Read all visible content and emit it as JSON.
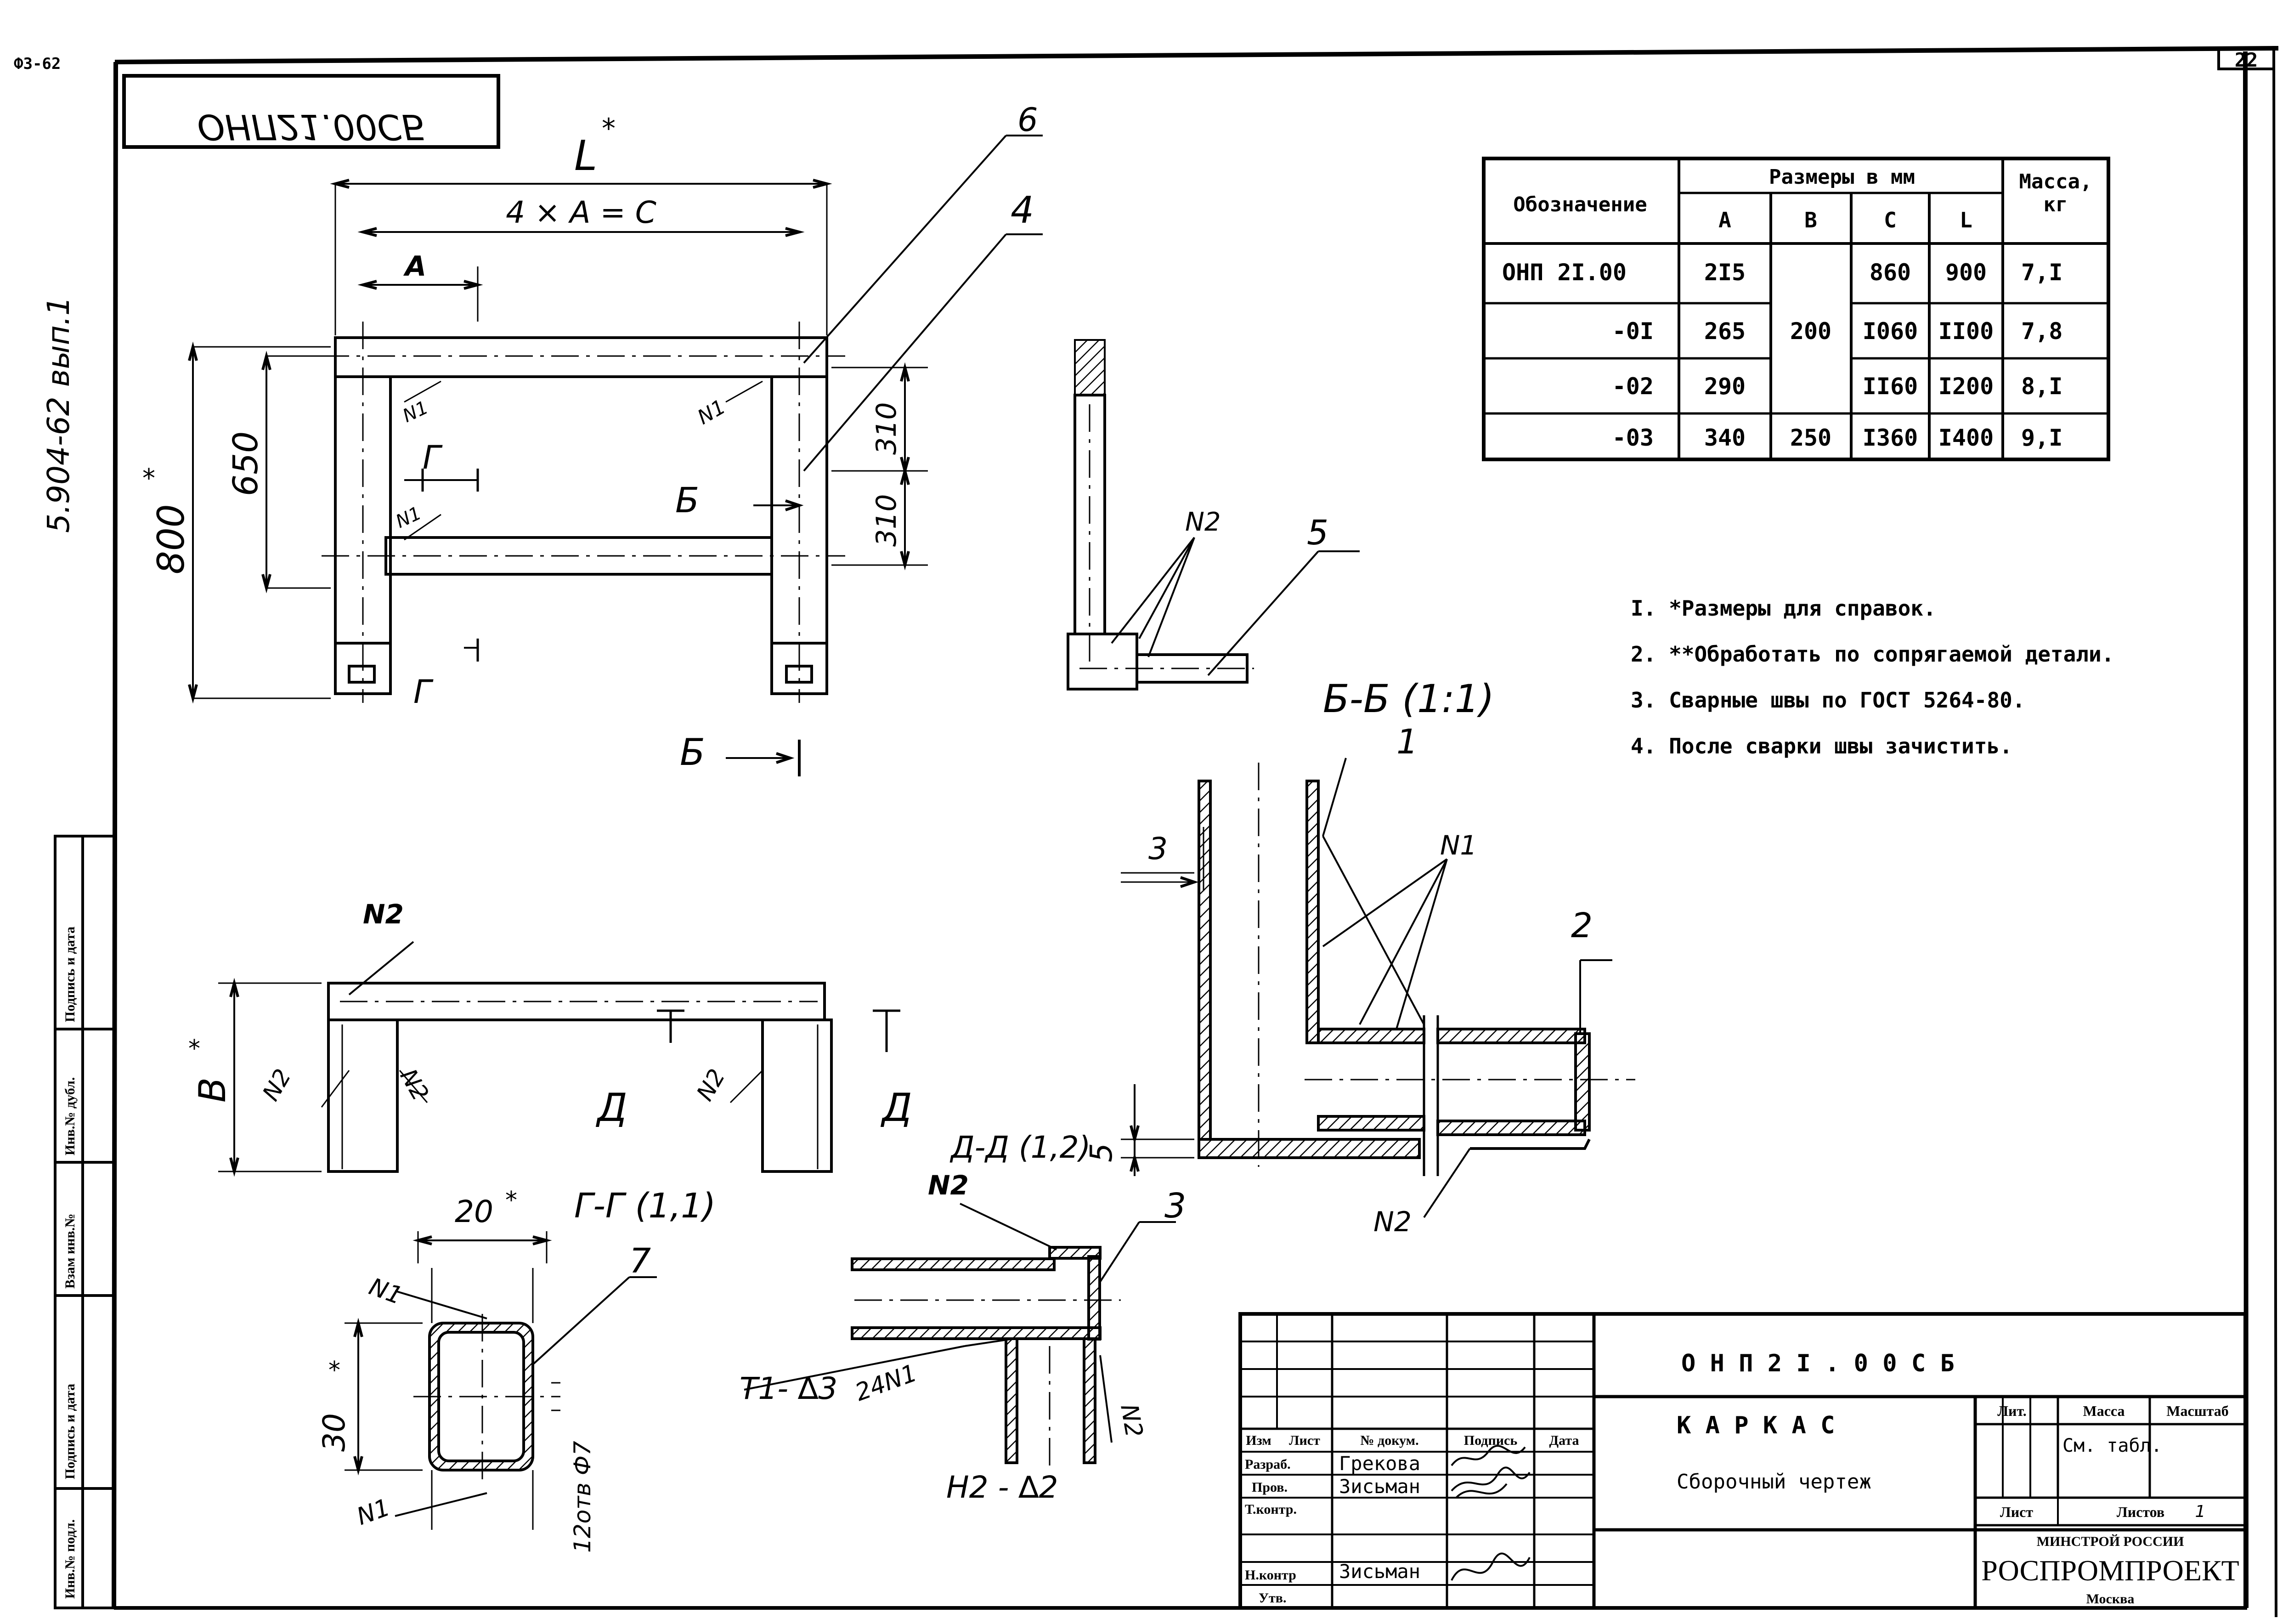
{
  "form_code": "Ф3-62",
  "sheet_no": "22",
  "series": "5.904-62 вып.1",
  "stamp_code_mirrored": "ОНП21.00СБ",
  "main_view": {
    "dim_L": "L",
    "dim_C": "4 × A = C",
    "dim_A": "A",
    "dim_650": "650",
    "dim_800": "800",
    "dim_310a": "310",
    "dim_310b": "310",
    "callout_6": "6",
    "callout_4": "4",
    "weld_n1_a": "N1",
    "weld_n1_b": "N1",
    "weld_n1_c": "N1",
    "cut_g_top": "Г",
    "cut_g_bottom": "Г",
    "cut_b_side": "Б",
    "cut_b_bottom": "Б"
  },
  "side_view": {
    "weld_n2": "N2",
    "callout_5": "5"
  },
  "plan_view": {
    "weld_n2_top": "N2",
    "dim_B": "B",
    "weld_n2_l1": "N2",
    "weld_n2_l2": "N2",
    "weld_n2_r": "N2",
    "cut_d_left": "Д",
    "cut_d_right": "Д"
  },
  "section_bb": {
    "title": "Б-Б (1:1)",
    "callout_1": "1",
    "callout_2": "2",
    "weld_n1": "N1",
    "weld_n2": "N2",
    "dim_3": "3",
    "dim_5": "5"
  },
  "section_gg": {
    "title": "Г-Г (1,1)",
    "dim_20": "20",
    "dim_30": "30",
    "callout_7": "7",
    "weld_n1_a": "N1",
    "weld_n1_b": "N1",
    "side_note": "12отв Ф7"
  },
  "section_dd": {
    "title": "Д-Д (1,2)",
    "weld_n2_top": "N2",
    "callout_3": "3",
    "note_t1": "Т1- ∆3",
    "note_24": "24N1",
    "note_n2": "N2",
    "note_h2": "Н2 - ∆2"
  },
  "table": {
    "header_designation": "Обозначение",
    "header_dimensions": "Размеры в мм",
    "header_mass": "Масса,",
    "header_mass_unit": "кг",
    "col_A": "А",
    "col_B": "В",
    "col_C": "С",
    "col_L": "L",
    "rows": [
      {
        "designation": "ОНП 2I.00",
        "A": "2I5",
        "B": "",
        "C": "860",
        "L": "900",
        "mass": "7,I"
      },
      {
        "designation": "-0I",
        "A": "265",
        "B": "200",
        "C": "I060",
        "L": "II00",
        "mass": "7,8"
      },
      {
        "designation": "-02",
        "A": "290",
        "B": "",
        "C": "II60",
        "L": "I200",
        "mass": "8,I"
      },
      {
        "designation": "-03",
        "A": "340",
        "B": "250",
        "C": "I360",
        "L": "I400",
        "mass": "9,I"
      }
    ]
  },
  "notes": [
    "I. *Размеры для справок.",
    "2. **Обработать по сопрягаемой детали.",
    "3.  Сварные швы по ГОСТ 5264-80.",
    "4.  После сварки швы зачистить."
  ],
  "left_strip": [
    "Инв.№ подл.",
    "Подпись и дата",
    "Взам инв.№",
    "Инв.№ дубл.",
    "Подпись и дата"
  ],
  "title_block": {
    "doc_code": "О Н П   2 I . 0 0   С Б",
    "title": "К А Р К А С",
    "subtitle": "Сборочный чертеж",
    "col_izm": "Изм",
    "col_list": "Лист",
    "col_doc": "№ докум.",
    "col_sign": "Подпись",
    "col_date": "Дата",
    "role_razrab": "Разраб.",
    "name_razrab": "Грекова",
    "role_prov": "Пров.",
    "name_prov": "Зисьман",
    "role_tkontr": "Т.контр.",
    "role_nkontr": "Н.контр",
    "name_nkontr": "Зисьман",
    "role_utv": "Утв.",
    "lit": "Лит.",
    "mass": "Масса",
    "scale": "Масштаб",
    "mass_value": "См. табл.",
    "sheet": "Лист",
    "sheets": "Листов",
    "sheets_value": "1",
    "org_top": "МИНСТРОЙ РОССИИ",
    "org_main": "РОСПРОМПРОЕКТ",
    "org_city": "Москва"
  }
}
